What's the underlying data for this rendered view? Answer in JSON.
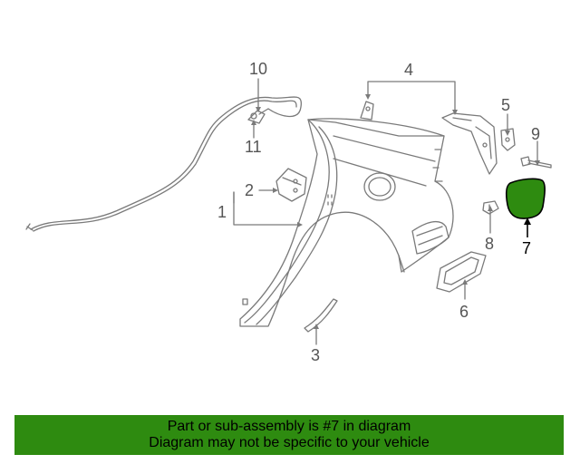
{
  "diagram": {
    "callouts": [
      {
        "id": "1",
        "label": "1"
      },
      {
        "id": "2",
        "label": "2"
      },
      {
        "id": "3",
        "label": "3"
      },
      {
        "id": "4",
        "label": "4"
      },
      {
        "id": "5",
        "label": "5"
      },
      {
        "id": "6",
        "label": "6"
      },
      {
        "id": "7",
        "label": "7",
        "highlighted": true
      },
      {
        "id": "8",
        "label": "8"
      },
      {
        "id": "9",
        "label": "9"
      },
      {
        "id": "10",
        "label": "10"
      },
      {
        "id": "11",
        "label": "11"
      }
    ],
    "highlighted_part": "7",
    "colors": {
      "line": "#7a7a7a",
      "highlight_fill": "#2e8b10",
      "highlight_stroke": "#000000",
      "banner_bg": "#2e8b10"
    }
  },
  "banner": {
    "line1": "Part or sub-assembly is #7 in diagram",
    "line2": "Diagram may not be specific to your vehicle"
  }
}
